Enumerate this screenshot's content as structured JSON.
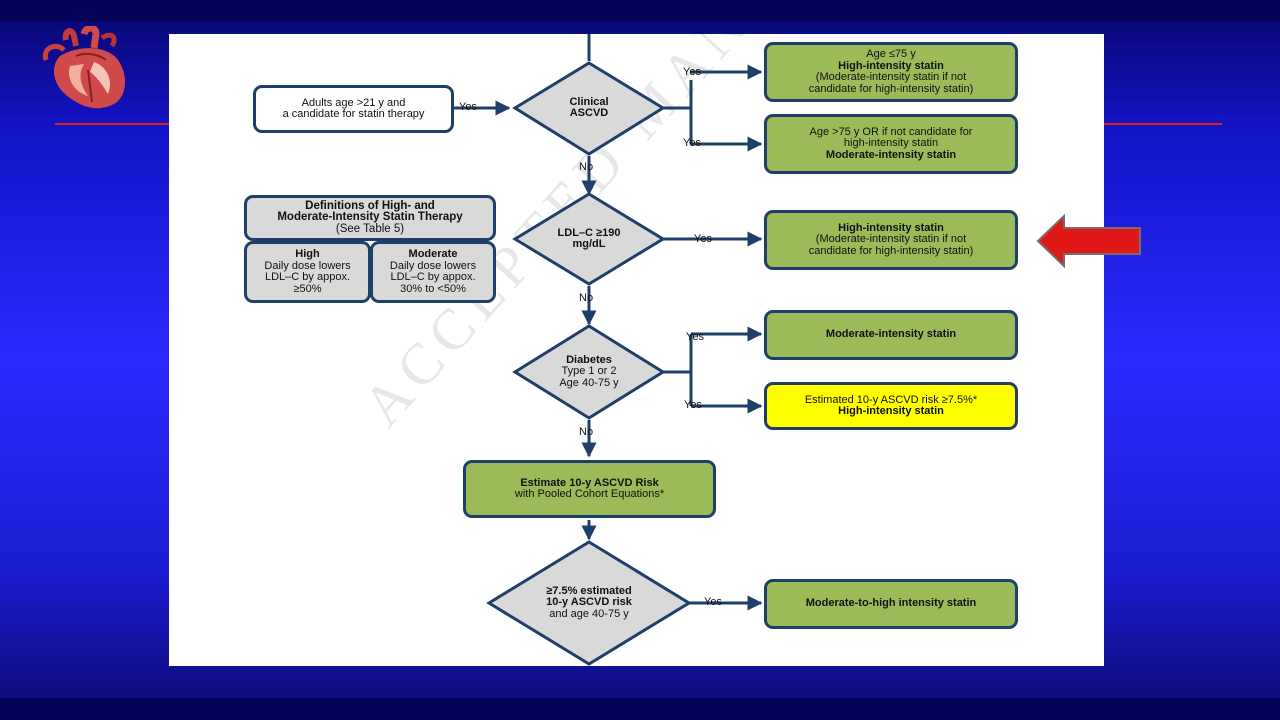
{
  "flowchart": {
    "watermark": "ACCEPTED MANUSCRIPT",
    "start_box": {
      "line1": "Adults age >21 y and",
      "line2": "a candidate for statin therapy"
    },
    "decision_clinical": {
      "line1": "Clinical",
      "line2": "ASCVD"
    },
    "decision_ldl": {
      "line1": "LDL–C ≥190",
      "line2": "mg/dL"
    },
    "decision_diabetes": {
      "line1": "Diabetes",
      "line2": "Type 1 or 2",
      "line3": "Age 40-75 y"
    },
    "decision_risk": {
      "line1": "≥7.5% estimated",
      "line2": "10-y ASCVD risk",
      "line3": "and age 40-75 y"
    },
    "estimate_box": {
      "line1": "Estimate 10-y ASCVD Risk",
      "line2": "with Pooled Cohort Equations*"
    },
    "outcome_1": {
      "line1": "Age ≤75 y",
      "line2": "High-intensity statin",
      "line3": "(Moderate-intensity statin if not",
      "line4": "candidate for high-intensity statin)"
    },
    "outcome_2": {
      "line1": "Age >75 y OR if not candidate for",
      "line2": "high-intensity statin",
      "line3": "Moderate-intensity statin"
    },
    "outcome_3": {
      "line1": "High-intensity statin",
      "line2": "(Moderate-intensity statin if not",
      "line3": "candidate for high-intensity statin)"
    },
    "outcome_4": {
      "line1": "Moderate-intensity statin"
    },
    "outcome_5": {
      "line1": "Estimated 10-y ASCVD risk ≥7.5%*",
      "line2": "High-intensity statin"
    },
    "outcome_6": {
      "line1": "Moderate-to-high intensity statin"
    },
    "definitions": {
      "title1": "Definitions of High- and",
      "title2": "Moderate-Intensity Statin Therapy",
      "subtitle": "(See Table 5)",
      "high_title": "High",
      "high_l1": "Daily dose lowers",
      "high_l2": "LDL–C by appox.",
      "high_l3": "≥50%",
      "mod_title": "Moderate",
      "mod_l1": "Daily dose lowers",
      "mod_l2": "LDL–C by appox.",
      "mod_l3": "30% to <50%"
    },
    "labels": {
      "yes": "Yes",
      "no": "No"
    }
  },
  "colors": {
    "outcome_green": "#9bbb59",
    "outcome_yellow": "#ffff00",
    "decision_gray": "#d9d9d9",
    "border_navy": "#1f3f6a",
    "pointer_arrow": "#e01818",
    "slide_blue": "#2a2aff"
  },
  "icons": {
    "logo": "anatomical-heart-icon",
    "pointer": "left-arrow-icon"
  }
}
